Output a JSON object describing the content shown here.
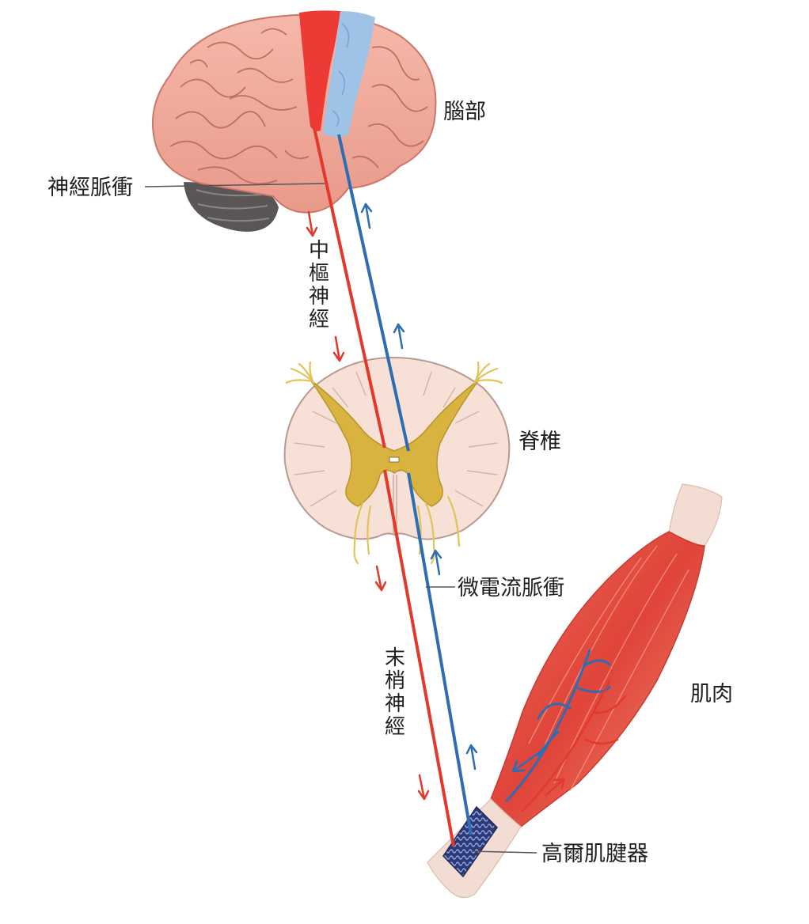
{
  "labels": {
    "brain": "腦部",
    "nerve_impulse": "神經脈衝",
    "central_nerve": "中樞神經",
    "spine": "脊椎",
    "micro_current_impulse": "微電流脈衝",
    "peripheral_nerve": "末梢神經",
    "muscle": "肌肉",
    "golgi_tendon_organ": "高爾肌腱器"
  },
  "colors": {
    "descending_pathway": "#e2392b",
    "ascending_pathway": "#2f6db3",
    "brain_tissue": "#f0a89a",
    "motor_cortex": "#ee3a35",
    "sensory_cortex": "#9ec3e6",
    "spine_white_matter": "#f7e1d6",
    "spine_gray_matter": "#d8b340",
    "muscle_fibers": "#e8503f",
    "tendon": "#f3dcd2",
    "tendon_organ": "#4a5ba8"
  }
}
